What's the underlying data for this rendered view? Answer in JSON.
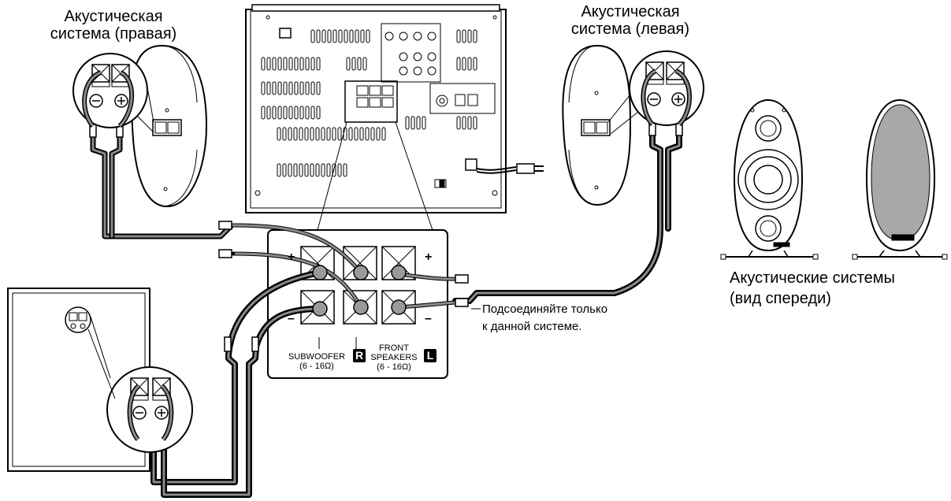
{
  "labels": {
    "right_speaker": [
      "Акустическая",
      "система (правая)"
    ],
    "left_speaker": [
      "Акустическая",
      "система (левая)"
    ],
    "front_view": [
      "Акустические системы",
      "(вид спереди)"
    ],
    "connect_note": [
      "Подсоединяйте только",
      "к данной системе."
    ]
  },
  "terminal_panel": {
    "subwoofer": "SUBWOOFER",
    "subwoofer_impedance": "(6 - 16Ω)",
    "front": "FRONT",
    "speakers": "SPEAKERS",
    "front_impedance": "(6 - 16Ω)",
    "badge_r": "R",
    "badge_l": "L",
    "plus": "+",
    "minus": "–"
  },
  "colors": {
    "line": "#000000",
    "cable_gray": "#8a8a8a",
    "speaker_fill": "#a8a8a8"
  }
}
